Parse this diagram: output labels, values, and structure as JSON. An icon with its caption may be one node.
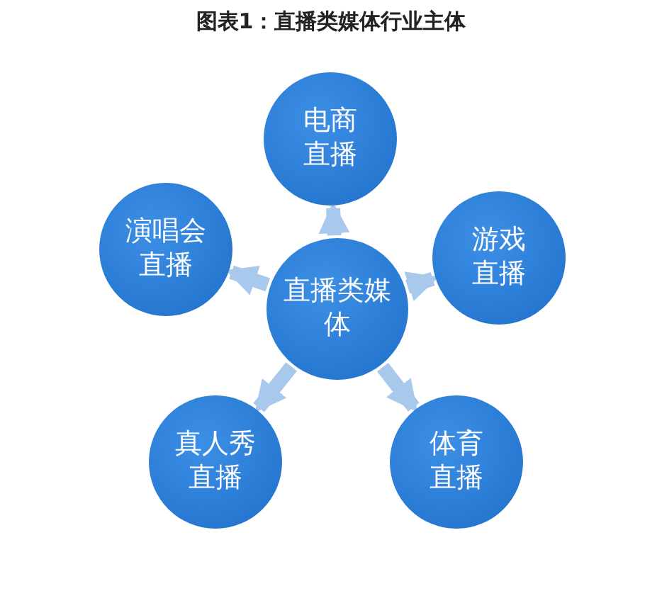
{
  "diagram": {
    "title": "图表1：直播类媒体行业主体",
    "nodes": [
      {
        "text": [
          "直播类媒体"
        ]
      },
      {
        "text": [
          "电商直播"
        ]
      },
      {
        "text": [
          "游戏直播"
        ]
      },
      {
        "text": [
          "体育直播"
        ]
      },
      {
        "text": [
          "真人秀直播"
        ]
      },
      {
        "text": [
          "演唱会直播"
        ]
      }
    ],
    "edges": [
      {
        "from": 0,
        "to": 1,
        "arrow": "to"
      },
      {
        "from": 0,
        "to": 2,
        "arrow": "to"
      },
      {
        "from": 0,
        "to": 3,
        "arrow": "to"
      },
      {
        "from": 0,
        "to": 4,
        "arrow": "to"
      },
      {
        "from": 0,
        "to": 5,
        "arrow": "to"
      }
    ]
  }
}
